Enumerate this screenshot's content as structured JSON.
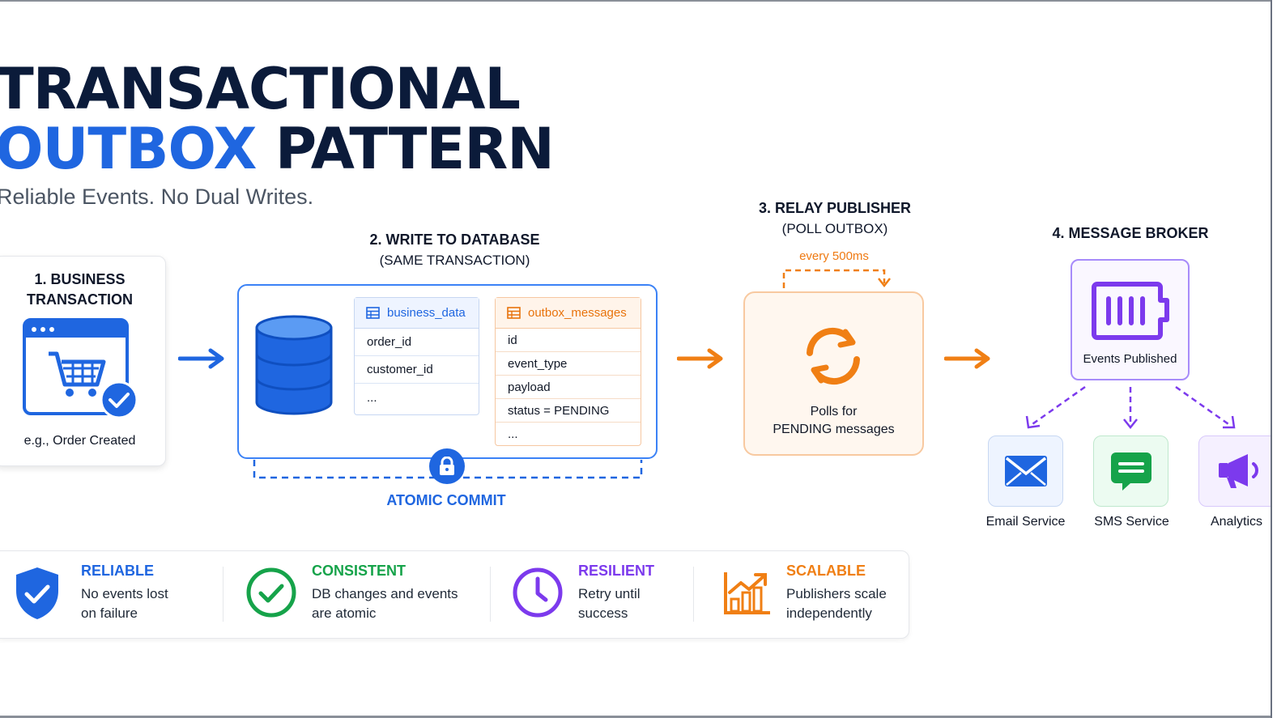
{
  "title": {
    "line1": "TRANSACTIONAL",
    "line2_blue": "OUTBOX",
    "line2_dark": "PATTERN"
  },
  "subtitle": "Reliable Events. No Dual Writes.",
  "steps": {
    "s1": {
      "title_line1": "1. BUSINESS",
      "title_line2": "TRANSACTION",
      "example": "e.g., Order Created",
      "icon": "shopping-cart-browser-icon"
    },
    "s2": {
      "title": "2. WRITE TO DATABASE",
      "sub": "(SAME TRANSACTION)"
    },
    "s3": {
      "title": "3. RELAY PUBLISHER",
      "sub": "(POLL OUTBOX)",
      "interval": "every 500ms",
      "text_line1": "Polls for",
      "text_line2": "PENDING messages"
    },
    "s4": {
      "title": "4. MESSAGE BROKER",
      "label": "Events Published"
    }
  },
  "tables": {
    "business": {
      "name": "business_data",
      "rows": [
        "order_id",
        "customer_id",
        "..."
      ]
    },
    "outbox": {
      "name": "outbox_messages",
      "rows": [
        "id",
        "event_type",
        "payload",
        "status = PENDING",
        "..."
      ]
    }
  },
  "atomic_commit": "ATOMIC COMMIT",
  "services": {
    "email": "Email Service",
    "sms": "SMS Service",
    "analytics": "Analytics"
  },
  "benefits": [
    {
      "title": "RELIABLE",
      "line1": "No events lost",
      "line2": "on failure",
      "color": "#1f66e0",
      "icon": "shield-check-icon"
    },
    {
      "title": "CONSISTENT",
      "line1": "DB changes and events",
      "line2": "are atomic",
      "color": "#16a34a",
      "icon": "check-circle-icon"
    },
    {
      "title": "RESILIENT",
      "line1": "Retry until",
      "line2": "success",
      "color": "#7c3aed",
      "icon": "clock-icon"
    },
    {
      "title": "SCALABLE",
      "line1": "Publishers scale",
      "line2": "independently",
      "color": "#f07f14",
      "icon": "growth-chart-icon"
    }
  ],
  "colors": {
    "blue": "#1f66e0",
    "orange": "#f07f14",
    "purple": "#7c3aed",
    "green": "#16a34a",
    "navy": "#0b1b3a"
  }
}
